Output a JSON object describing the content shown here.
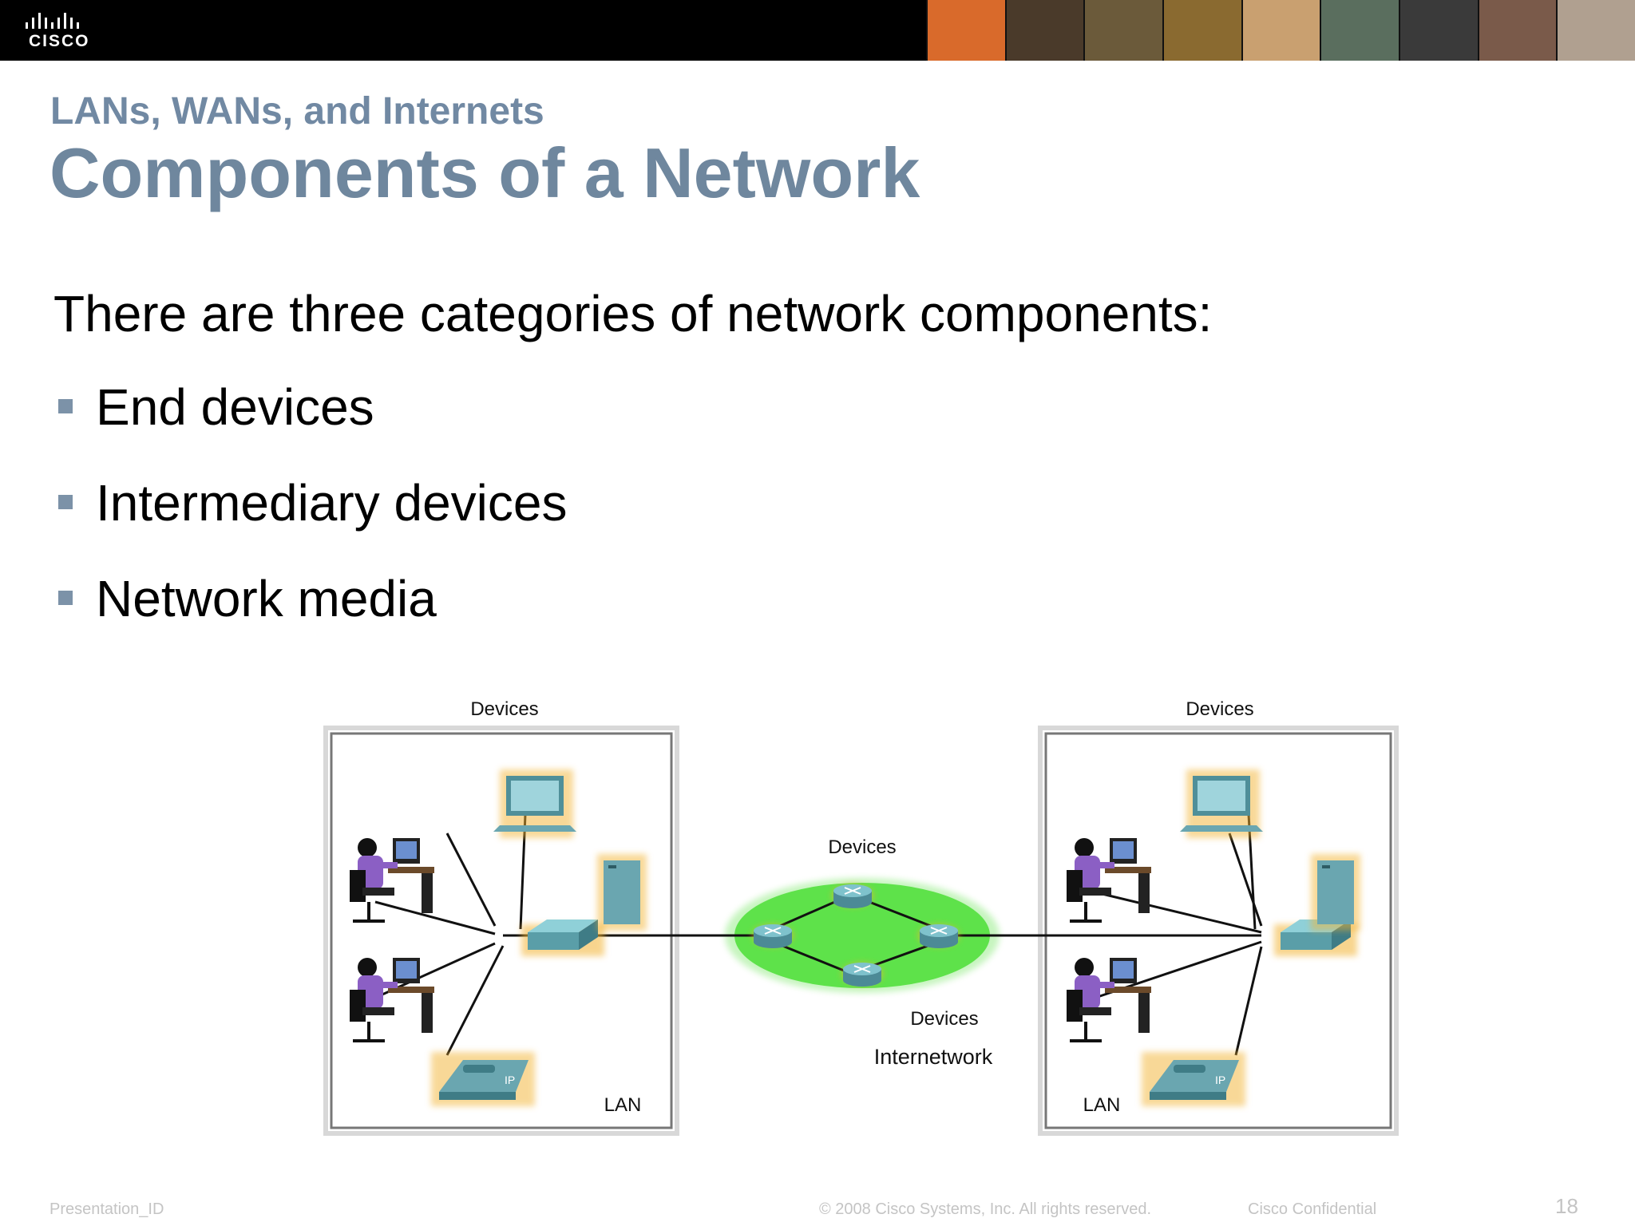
{
  "header": {
    "logo_text": "CISCO",
    "photo_strip_colors": [
      "#d96a2b",
      "#4a3a2a",
      "#6b5a3a",
      "#8a6a30",
      "#c9a070",
      "#5a6e5e",
      "#3a3a3a",
      "#7a5a4a",
      "#b0a090"
    ]
  },
  "slide": {
    "subtitle": "LANs, WANs, and Internets",
    "title": "Components of a Network",
    "intro": "There are three categories of network components:",
    "bullets": [
      "End devices",
      "Intermediary devices",
      "Network media"
    ]
  },
  "diagram": {
    "left_box_label": "Devices",
    "right_box_label": "Devices",
    "cloud_top_label": "Devices",
    "cloud_bottom_label": "Devices",
    "internetwork_label": "Internetwork",
    "left_lan_label": "LAN",
    "right_lan_label": "LAN",
    "phone_tag": "IP",
    "colors": {
      "cloud": "#5ee24a",
      "device": "#6aa6b0",
      "glow": "#f2b233"
    }
  },
  "footer": {
    "presentation_id": "Presentation_ID",
    "copyright": "© 2008 Cisco Systems, Inc. All rights reserved.",
    "confidential": "Cisco Confidential",
    "page_number": "18"
  }
}
